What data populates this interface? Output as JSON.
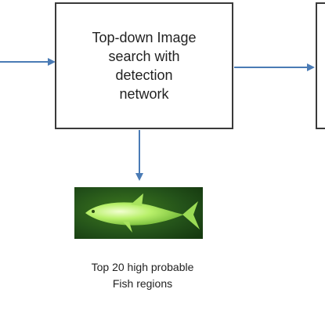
{
  "diagram": {
    "main_box": {
      "lines": [
        "Top-down Image",
        "search with",
        "detection",
        "network"
      ]
    },
    "fish_region": {
      "caption_lines": [
        "Top 20 high probable",
        "Fish regions"
      ]
    },
    "colors": {
      "arrow": "#4a7bb5",
      "box_border": "#3a3a3a",
      "fish_background": "#1f4a12",
      "fish_body": "#b8f06a"
    }
  }
}
